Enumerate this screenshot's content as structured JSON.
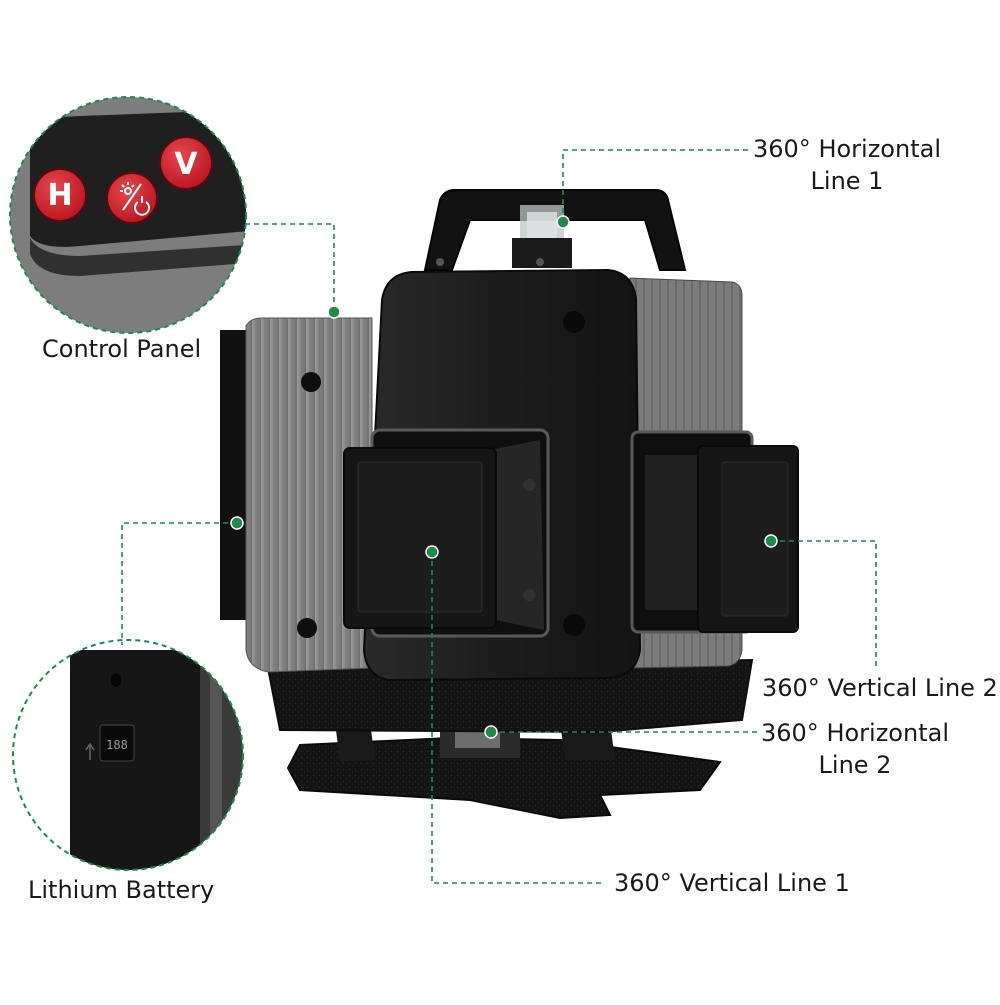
{
  "labels": {
    "horizontal_line_1": {
      "line1": "360° Horizontal",
      "line2": "Line 1"
    },
    "control_panel": "Control Panel",
    "lithium_battery": "Lithium Battery",
    "vertical_line_2": "360° Vertical Line 2",
    "horizontal_line_2": {
      "line1": "360° Horizontal",
      "line2": "Line 2"
    },
    "vertical_line_1": "360° Vertical Line 1"
  },
  "buttons": {
    "horizontal": "H",
    "vertical": "V"
  },
  "battery_display": "188",
  "colors": {
    "leader": "#1e8a4a",
    "button_red": "#d62a32",
    "device_body": "#1c1c1c",
    "device_grey": "#8a8a8a"
  },
  "icons": [
    "control-panel-callout-icon",
    "battery-callout-icon",
    "laser-power-icon"
  ]
}
